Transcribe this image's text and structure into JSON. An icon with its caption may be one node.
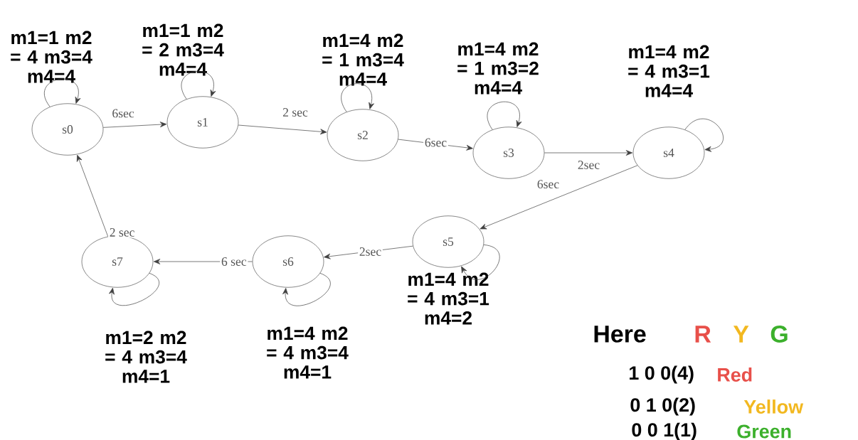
{
  "diagram": {
    "nodes": [
      {
        "text": [
          "s0"
        ],
        "beside": [
          "m1=1 m2 = 4 m3=4 m4=4"
        ]
      },
      {
        "text": [
          "s1"
        ],
        "beside": [
          "m1=1 m2 = 2 m3=4 m4=4"
        ]
      },
      {
        "text": [
          "s2"
        ],
        "beside": [
          "m1=4 m2 = 1 m3=4 m4=4"
        ]
      },
      {
        "text": [
          "s3"
        ],
        "beside": [
          "m1=4 m2 = 1 m3=2 m4=4"
        ]
      },
      {
        "text": [
          "s4"
        ],
        "beside": [
          "m1=4 m2 = 4 m3=1 m4=4"
        ]
      },
      {
        "text": [
          "s5"
        ],
        "beside": [
          "m1=4 m2 = 4 m3=1 m4=2"
        ]
      },
      {
        "text": [
          "s6"
        ],
        "beside": [
          "m1=4 m2 = 4 m3=4 m4=1"
        ]
      },
      {
        "text": [
          "s7"
        ],
        "beside": [
          "m1=2 m2 = 4 m3=4 m4=1"
        ]
      }
    ],
    "edges": [
      {
        "from": 0,
        "to": 0,
        "arrow": "to"
      },
      {
        "from": 0,
        "to": 1,
        "arrow": "to",
        "label": "6sec"
      },
      {
        "from": 1,
        "to": 1,
        "arrow": "to"
      },
      {
        "from": 1,
        "to": 2,
        "arrow": "to",
        "label": "2 sec"
      },
      {
        "from": 2,
        "to": 2,
        "arrow": "to"
      },
      {
        "from": 2,
        "to": 3,
        "arrow": "to",
        "label": "6sec"
      },
      {
        "from": 3,
        "to": 3,
        "arrow": "to"
      },
      {
        "from": 3,
        "to": 4,
        "arrow": "to",
        "label": "2sec"
      },
      {
        "from": 4,
        "to": 4,
        "arrow": "to"
      },
      {
        "from": 4,
        "to": 5,
        "arrow": "to",
        "label": "6sec"
      },
      {
        "from": 5,
        "to": 5,
        "arrow": "to"
      },
      {
        "from": 5,
        "to": 6,
        "arrow": "to",
        "label": "2sec"
      },
      {
        "from": 6,
        "to": 6,
        "arrow": "to"
      },
      {
        "from": 6,
        "to": 7,
        "arrow": "to",
        "label": "6 sec"
      },
      {
        "from": 7,
        "to": 7,
        "arrow": "to"
      },
      {
        "from": 7,
        "to": 0,
        "arrow": "to",
        "label": "2 sec"
      }
    ],
    "labels": [
      "Here",
      "R",
      "Y",
      "G",
      "1 0 0(4)",
      "Red",
      "0 1 0(2)",
      "Yellow",
      "0 0 1(1)",
      "Green"
    ]
  }
}
